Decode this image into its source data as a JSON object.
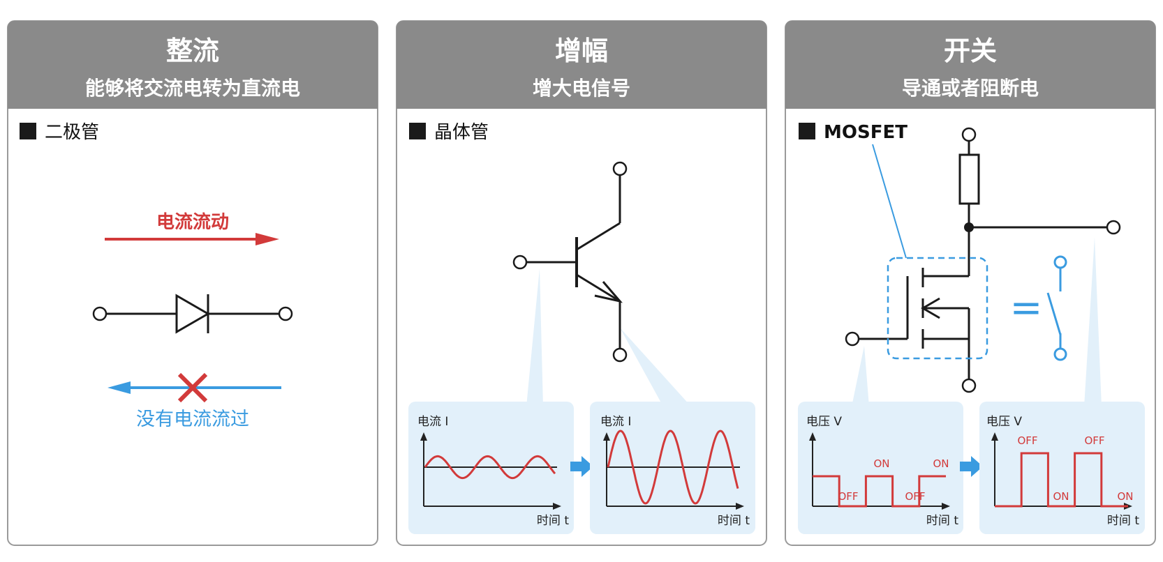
{
  "colors": {
    "header_bg": "#8a8a8a",
    "panel_border": "#9a9a9a",
    "red": "#d23a3a",
    "blue": "#3a9be0",
    "light_blue_bg": "#e2f0fa",
    "line": "#1a1a1a"
  },
  "panels": [
    {
      "title": "整流",
      "subtitle": "能够将交流电转为直流电",
      "section_label": "二极管",
      "forward_label": "电流流动",
      "reverse_label": "没有电流流过"
    },
    {
      "title": "增幅",
      "subtitle": "增大电信号",
      "section_label": "晶体管",
      "input_chart": {
        "ylabel": "电流 I",
        "xlabel": "时间 t"
      },
      "output_chart": {
        "ylabel": "电流 I",
        "xlabel": "时间 t"
      }
    },
    {
      "title": "开关",
      "subtitle": "导通或者阻断电",
      "section_label": "MOSFET",
      "equals_sign": "=",
      "input_chart": {
        "ylabel": "电压 V",
        "xlabel": "时间 t",
        "labels": [
          "OFF",
          "ON",
          "OFF",
          "ON"
        ]
      },
      "output_chart": {
        "ylabel": "电压 V",
        "xlabel": "时间 t",
        "labels": [
          "OFF",
          "ON",
          "OFF",
          "ON"
        ]
      }
    }
  ],
  "chart_data": [
    {
      "type": "line",
      "chart": "amplification-input",
      "description_series": "small sine",
      "x": [
        0,
        1,
        2,
        3,
        4,
        5,
        6,
        7,
        8,
        9,
        10,
        11,
        12
      ],
      "y": [
        0,
        0.26,
        0.45,
        0.52,
        0.45,
        0.26,
        0,
        -0.26,
        -0.45,
        -0.52,
        -0.45,
        -0.26,
        0
      ],
      "cycles": 2.6,
      "amplitude": 0.3
    },
    {
      "type": "line",
      "chart": "amplification-output",
      "cycles": 2.6,
      "amplitude": 1.0
    },
    {
      "type": "line",
      "chart": "switch-input",
      "levels": [
        1,
        0,
        1,
        0,
        1
      ],
      "low_value": 0,
      "high_value": 1
    },
    {
      "type": "line",
      "chart": "switch-output",
      "levels": [
        0,
        1,
        0,
        1,
        0
      ],
      "low_value": 0,
      "high_value": 1
    }
  ]
}
